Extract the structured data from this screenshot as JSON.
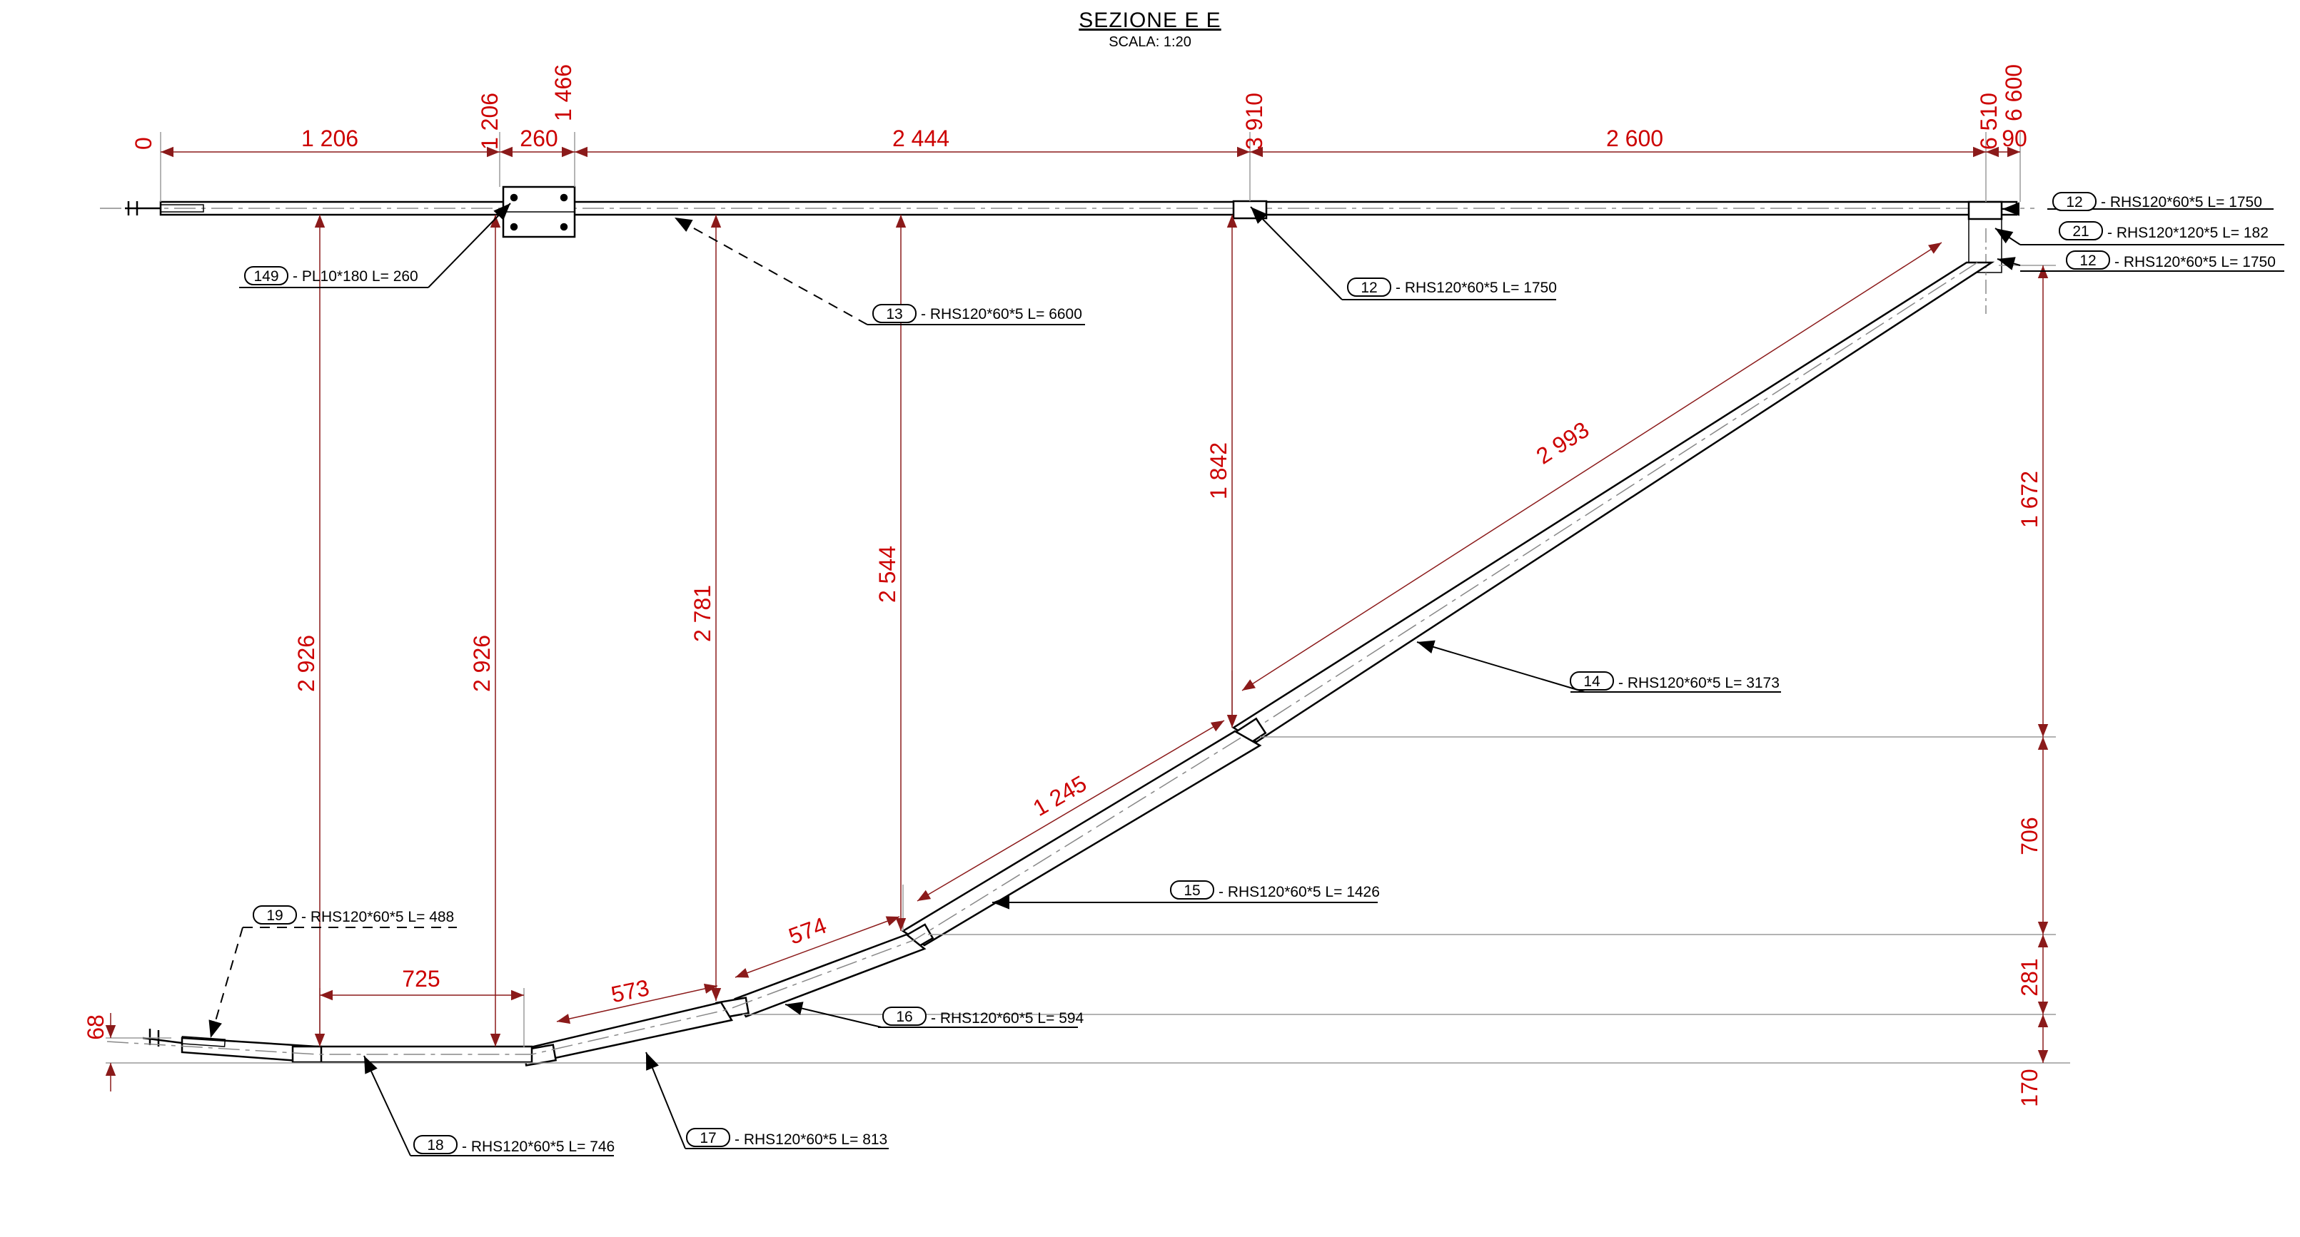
{
  "title": "SEZIONE E E",
  "subtitle": "SCALA: 1:20",
  "colors": {
    "dimension": "#cc0000",
    "geometry": "#000000",
    "construction": "#999999"
  },
  "top_chain": {
    "ordinates": [
      "0",
      "1 206",
      "1 466",
      "3 910",
      "6 510",
      "6 600"
    ],
    "segments": [
      "1 206",
      "260",
      "2 444",
      "2 600",
      "90"
    ]
  },
  "vertical_dims": [
    "2 926",
    "2 926",
    "2 781",
    "2 544",
    "1 842"
  ],
  "right_chain": [
    "1 672",
    "706",
    "281",
    "170"
  ],
  "left_dim": "68",
  "slope_dims": [
    "725",
    "573",
    "574",
    "1 245",
    "2 993"
  ],
  "callouts": [
    {
      "num": "149",
      "text": "- PL10*180 L= 260"
    },
    {
      "num": "13",
      "text": "- RHS120*60*5 L= 6600"
    },
    {
      "num": "12",
      "text": "- RHS120*60*5 L= 1750"
    },
    {
      "num": "12",
      "text": "- RHS120*60*5 L= 1750"
    },
    {
      "num": "21",
      "text": "- RHS120*120*5 L= 182"
    },
    {
      "num": "12",
      "text": "- RHS120*60*5 L= 1750"
    },
    {
      "num": "14",
      "text": "- RHS120*60*5 L= 3173"
    },
    {
      "num": "15",
      "text": "- RHS120*60*5 L= 1426"
    },
    {
      "num": "16",
      "text": "- RHS120*60*5 L= 594"
    },
    {
      "num": "19",
      "text": "- RHS120*60*5 L= 488"
    },
    {
      "num": "17",
      "text": "- RHS120*60*5 L= 813"
    },
    {
      "num": "18",
      "text": "- RHS120*60*5 L= 746"
    }
  ]
}
